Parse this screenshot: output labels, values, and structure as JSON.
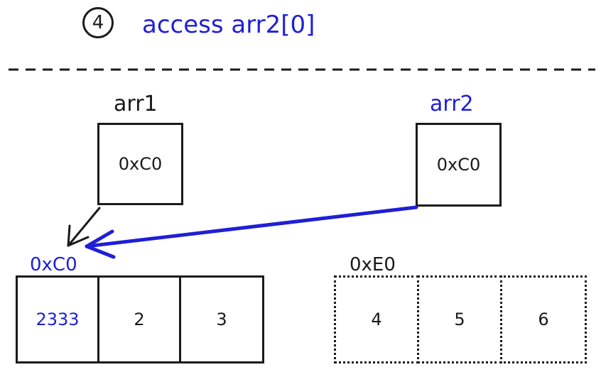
{
  "step": {
    "number": "4",
    "title": "access arr2[0]"
  },
  "variables": [
    {
      "name": "arr1",
      "value": "0xC0",
      "name_color": "#1a1a1a"
    },
    {
      "name": "arr2",
      "value": "0xC0",
      "name_color": "#1f1fd6"
    }
  ],
  "memory_blocks": [
    {
      "address": "0xC0",
      "address_color": "#1f1fd6",
      "style": "solid",
      "cells": [
        {
          "value": "2333",
          "color": "#1f1fd6"
        },
        {
          "value": "2",
          "color": "#1a1a1a"
        },
        {
          "value": "3",
          "color": "#1a1a1a"
        }
      ]
    },
    {
      "address": "0xE0",
      "address_color": "#1a1a1a",
      "style": "dotted",
      "cells": [
        {
          "value": "4",
          "color": "#1a1a1a"
        },
        {
          "value": "5",
          "color": "#1a1a1a"
        },
        {
          "value": "6",
          "color": "#1a1a1a"
        }
      ]
    }
  ],
  "colors": {
    "accent_blue": "#1f1fd6",
    "ink": "#1a1a1a"
  }
}
